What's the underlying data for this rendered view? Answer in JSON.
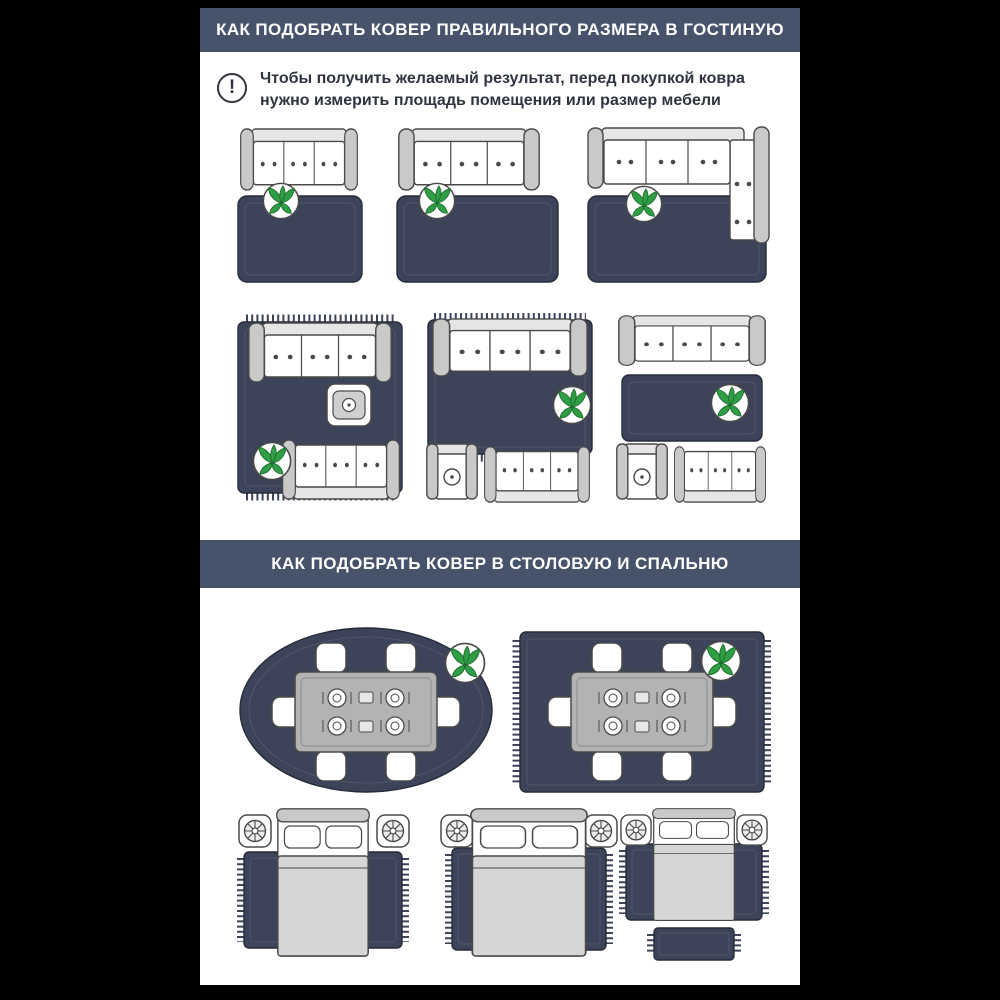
{
  "page": {
    "background": "#000000",
    "panel_background": "#ffffff"
  },
  "colors": {
    "header_bar": "#46536b",
    "header_text": "#ffffff",
    "body_text": "#2f3440",
    "rug_navy": "#3d4459",
    "rug_border": "#262b3a",
    "furniture_gray": "#c9c9c9",
    "furniture_outline": "#4a4a4a",
    "plant_green": "#2f9e44"
  },
  "sections": [
    {
      "title": "КАК ПОДОБРАТЬ КОВЕР ПРАВИЛЬНОГО РАЗМЕРА В ГОСТИНУЮ"
    },
    {
      "title": "КАК ПОДОБРАТЬ КОВЕР В СТОЛОВУЮ И СПАЛЬНЮ"
    }
  ],
  "note": {
    "icon": "exclamation-icon",
    "icon_char": "!",
    "line1": "Чтобы получить желаемый результат, перед покупкой ковра",
    "line2": "нужно измерить площадь помещения или размер мебели"
  }
}
